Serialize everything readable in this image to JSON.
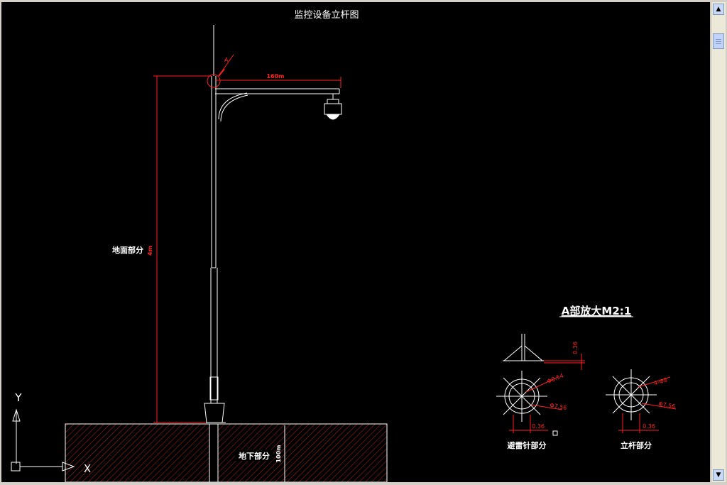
{
  "drawing": {
    "title": "监控设备立杆图",
    "label_above_ground": "地面部分",
    "label_below_ground": "地下部分",
    "dim_arm_length": "160m",
    "dim_pole_height": "4m",
    "dim_below_ground": "100m",
    "callout_A": "A",
    "detail_title": "A部放大M2:1",
    "detail_dim_036_a": "0.36",
    "detail_dim_054": "Φ0.54",
    "detail_dim_756_a": "Φ7.56",
    "detail_dim_036_b": "0.36",
    "detail_label_lightning_rod": "避雷针部分",
    "detail_dim_4_8": "4-Φ8",
    "detail_dim_756_b": "Φ7.56",
    "detail_dim_036_c": "0.36",
    "detail_label_pole": "立杆部分",
    "axis_y": "Y",
    "axis_x": "X"
  },
  "scrollbar": {
    "up_icon": "▲",
    "down_icon": "▼"
  },
  "colors": {
    "background": "#000000",
    "line_white": "#ffffff",
    "dimension_red": "#ff2020",
    "hatch_red": "#8a1a1a"
  }
}
